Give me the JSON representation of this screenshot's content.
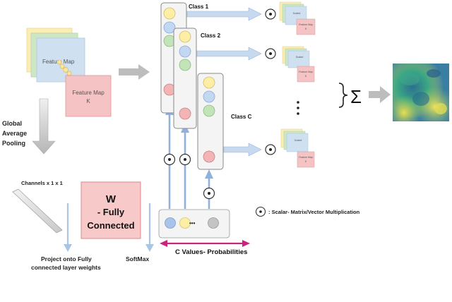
{
  "labels": {
    "feature_map_1": "Feature Map",
    "feature_map_k_line1": "Feature Map",
    "feature_map_k_line2": "K",
    "gap_line1": "Global",
    "gap_line2": "Average",
    "gap_line3": "Pooling",
    "channels": "Channels x 1 x 1",
    "w_line1": "W",
    "w_line2": "- Fully",
    "w_line3": "Connected",
    "project_line1": "Project onto Fully",
    "project_line2": "connected layer weights",
    "softmax": "SoftMax",
    "class_1": "Class 1",
    "class_2": "Class 2",
    "class_c": "Class C",
    "c_values": "C Values- Probabilities",
    "dots": "•••",
    "vdots": "•\n•\n•",
    "sum": "Σ",
    "operator": "•",
    "legend": ": Scalar- Matrix/Vector Multiplication",
    "scaled_map_line1": "Scaled",
    "scaled_map_line2": "Feature Map",
    "scaled_map_line3": "K"
  },
  "colors": {
    "feature_yellow": "#fbeeb4",
    "feature_green": "#cde6c4",
    "feature_blue": "#cfe0f1",
    "feature_pink": "#f5c3c3",
    "w_fill": "#f7c9c9",
    "w_stroke": "#d88a8a",
    "arrow_blue": "#a9c5e6",
    "arrow_gray": "#bdbdbd",
    "magenta": "#c8267e",
    "node_yellow": "#fdeea6",
    "node_blue": "#c2d7f2",
    "node_green": "#c3e3b8",
    "node_red": "#f2b4b4",
    "node_gray": "#b8b8b8"
  }
}
